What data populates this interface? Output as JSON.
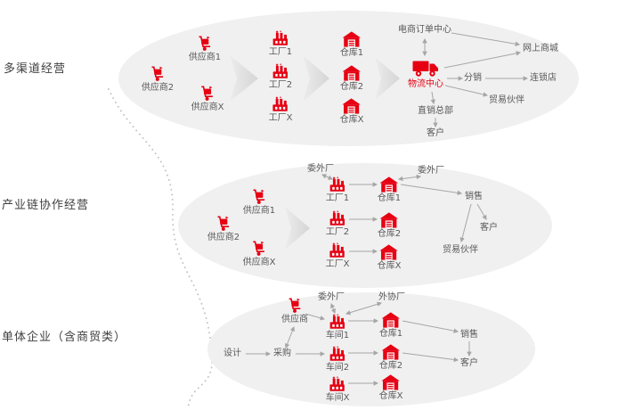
{
  "side_labels": {
    "multi_channel": "多渠道经营",
    "industry_chain_collab": "产业链协作经营",
    "single_enterprise": "单体企业（含商贸类）"
  },
  "d1": {
    "supplier1": "供应商1",
    "supplier2": "供应商2",
    "supplierX": "供应商X",
    "factory1": "工厂1",
    "factory2": "工厂2",
    "factoryX": "工厂X",
    "warehouse1": "仓库1",
    "warehouse2": "仓库2",
    "warehouseX": "仓库X",
    "logistics_center": "物流中心",
    "ecommerce_order_center": "电商订单中心",
    "online_mall": "网上商城",
    "distribution": "分销",
    "chain_store": "连锁店",
    "trade_partner": "贸易伙伴",
    "direct_sales_hq": "直销总部",
    "customer": "客户"
  },
  "d2": {
    "outsourced_factory_left": "委外厂",
    "outsourced_factory_right": "委外厂",
    "supplier1": "供应商1",
    "supplier2": "供应商2",
    "supplierX": "供应商X",
    "factory1": "工厂1",
    "factory2": "工厂2",
    "factoryX": "工厂X",
    "warehouse1": "仓库1",
    "warehouse2": "仓库2",
    "warehouseX": "仓库X",
    "sales": "销售",
    "customer": "客户",
    "trade_partner": "贸易伙伴"
  },
  "d3": {
    "supplier": "供应商",
    "outsourced_factory": "委外厂",
    "external_factory": "外协厂",
    "design": "设计",
    "procurement": "采购",
    "workshop1": "车间1",
    "workshop2": "车间2",
    "workshopX": "车间X",
    "warehouse1": "仓库1",
    "warehouse2": "仓库2",
    "warehouseX": "仓库X",
    "sales": "销售",
    "customer": "客户"
  },
  "colors": {
    "accent_red": "#e60012",
    "text_gray": "#595959",
    "ellipse_fill": "#f0f0f0",
    "connector_gray": "#a6a6a6"
  },
  "icons": {
    "supplier": "hand-truck-icon",
    "factory": "factory-icon",
    "warehouse": "warehouse-icon",
    "logistics": "delivery-truck-icon"
  }
}
